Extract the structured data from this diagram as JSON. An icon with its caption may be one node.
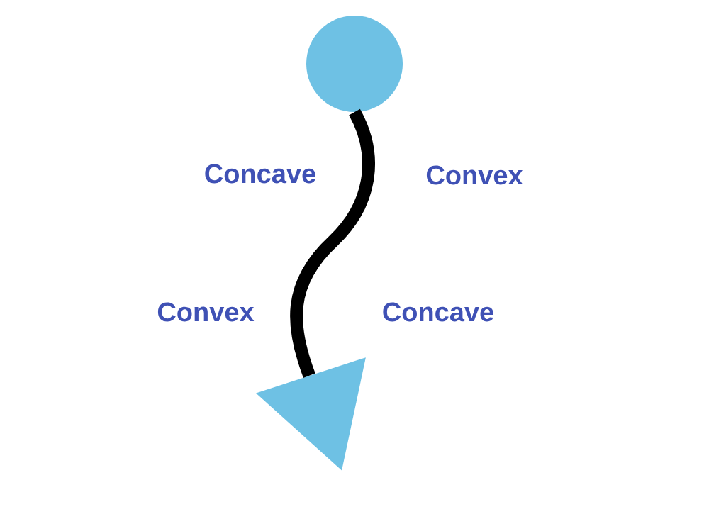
{
  "diagram": {
    "nodes": [
      {
        "text": [],
        "shape": "circle"
      },
      {
        "text": [],
        "shape": "triangle"
      }
    ],
    "edges": [
      {
        "from": 0,
        "to": 1,
        "arrow": "none"
      }
    ],
    "labels": [
      "Concave",
      "Convex",
      "Convex",
      "Concave"
    ]
  }
}
